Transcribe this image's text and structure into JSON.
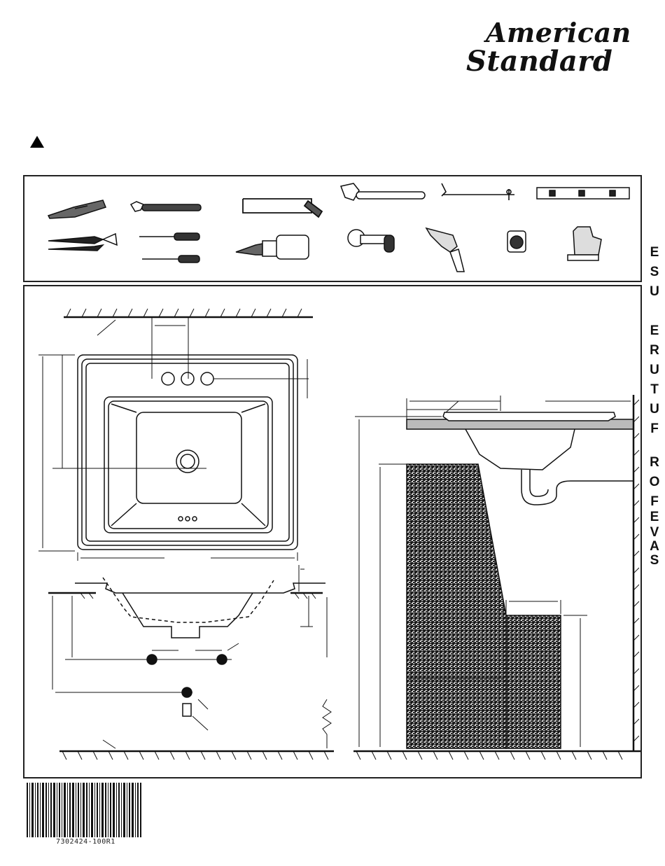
{
  "brand": {
    "logo_text": "American Standard",
    "logo_line1": "American",
    "logo_line2": "Standard"
  },
  "warning_symbol": "warning-triangle-icon",
  "tools": [
    "putty-knife-icon",
    "adjustable-wrench-icon",
    "hacksaw-icon",
    "pipe-wrench-icon",
    "basin-wrench-icon",
    "level-icon",
    "slip-joint-pliers-icon",
    "screwdrivers-icon",
    "caulk-gun-icon",
    "tubing-cutter-icon",
    "drill-icon",
    "tape-measure-icon",
    "jigsaw-icon"
  ],
  "side_banner": {
    "letters": [
      "E",
      "S",
      "U",
      "E",
      "R",
      "U",
      "T",
      "U",
      "F",
      "R",
      "O",
      "F",
      "E",
      "V",
      "A",
      "S"
    ]
  },
  "barcode": {
    "number": "7302424-100R1"
  }
}
